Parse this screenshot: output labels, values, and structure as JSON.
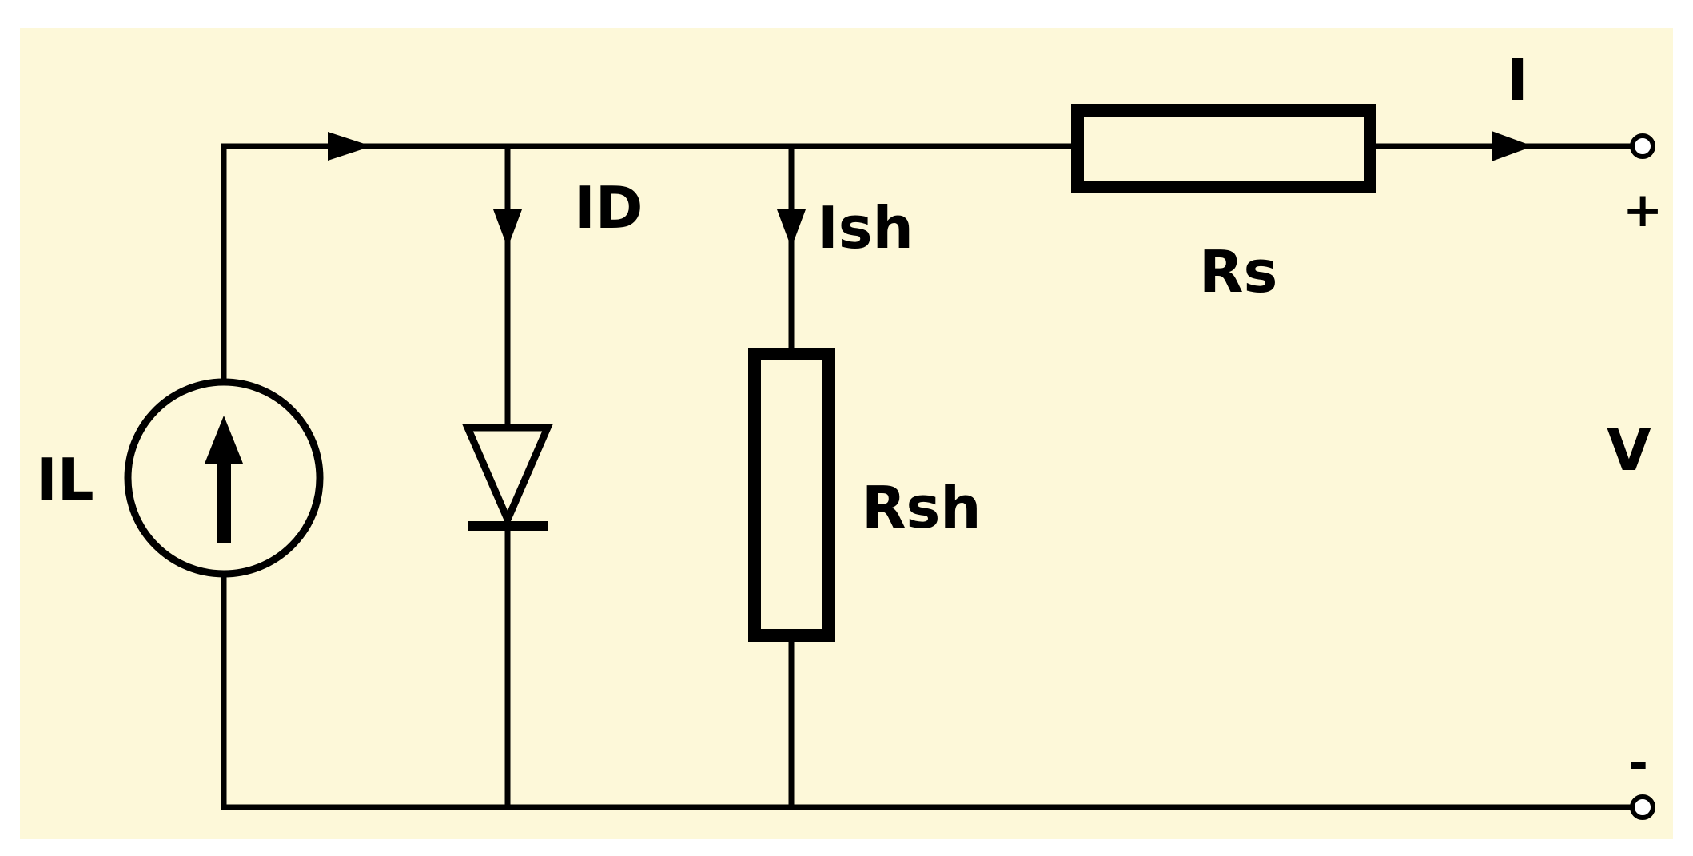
{
  "colors": {
    "background": "#fdf8d9",
    "ink": "#000000"
  },
  "labels": {
    "source_current": "IL",
    "diode_current": "ID",
    "shunt_current": "Ish",
    "shunt_resistor": "Rsh",
    "series_resistor": "Rs",
    "output_current": "I",
    "output_voltage": "V",
    "plus_terminal": "+",
    "minus_terminal": "-"
  },
  "components": [
    {
      "name": "current-source",
      "label": "IL"
    },
    {
      "name": "diode",
      "label": "ID"
    },
    {
      "name": "shunt-resistor",
      "label": "Rsh"
    },
    {
      "name": "series-resistor",
      "label": "Rs"
    }
  ]
}
